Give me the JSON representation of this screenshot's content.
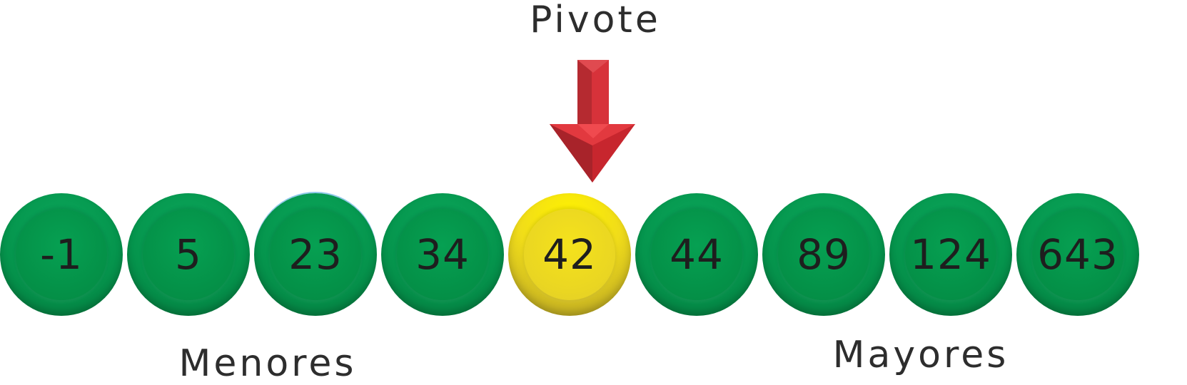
{
  "labels": {
    "pivot": "Pivote",
    "lesser": "Menores",
    "greater": "Mayores"
  },
  "colors": {
    "ball": "#05954d",
    "pivot_ball": "#f0dc1a",
    "arrow": "#d7323a",
    "text": "#2d2d2d"
  },
  "values": [
    "-1",
    "5",
    "23",
    "34",
    "42",
    "44",
    "89",
    "124",
    "643"
  ],
  "pivot_index": 4,
  "icons": {
    "arrow": "arrow-down-icon"
  }
}
